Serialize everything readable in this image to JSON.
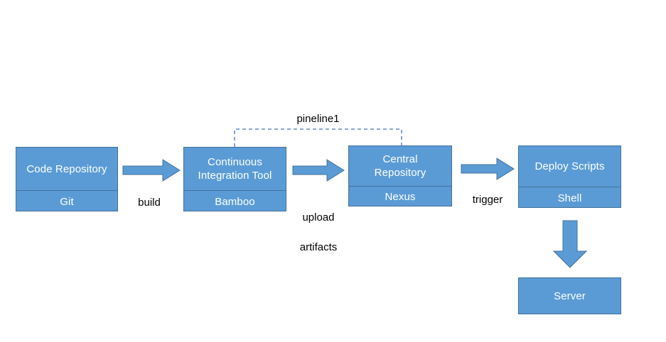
{
  "diagram": {
    "title_label": "pineline1",
    "colors": {
      "node_fill": "#5B9BD5",
      "node_border": "#41719C",
      "arrow_fill": "#5B9BD5",
      "arrow_border": "#41719C",
      "bracket_line": "#4472C4",
      "text_on_node": "#FFFFFF",
      "text_label": "#000000",
      "background": "#FFFFFF"
    },
    "nodes": [
      {
        "id": "code-repository",
        "title": "Code Repository",
        "subtitle": "Git"
      },
      {
        "id": "continuous-integration-tool",
        "title": "Continuous\nIntegration Tool",
        "title_line1": "Continuous",
        "title_line2": "Integration Tool",
        "subtitle": "Bamboo"
      },
      {
        "id": "central-repository",
        "title": "Central\nRepository",
        "title_line1": "Central",
        "title_line2": "Repository",
        "subtitle": "Nexus"
      },
      {
        "id": "deploy-scripts",
        "title": "Deploy Scripts",
        "subtitle": "Shell"
      },
      {
        "id": "server",
        "title": "Server",
        "subtitle": ""
      }
    ],
    "edges": [
      {
        "id": "build",
        "label": "build",
        "from": "code-repository",
        "to": "continuous-integration-tool",
        "direction": "right"
      },
      {
        "id": "upload-artifacts",
        "label": "upload\nartifacts",
        "label_line1": "upload",
        "label_line2": "artifacts",
        "from": "continuous-integration-tool",
        "to": "central-repository",
        "direction": "right"
      },
      {
        "id": "trigger",
        "label": "trigger",
        "from": "central-repository",
        "to": "deploy-scripts",
        "direction": "right"
      },
      {
        "id": "deploy",
        "label": "",
        "from": "deploy-scripts",
        "to": "server",
        "direction": "down"
      }
    ],
    "bracket": {
      "label": "pineline1",
      "spans": [
        "continuous-integration-tool",
        "central-repository"
      ],
      "style": "dashed"
    }
  }
}
